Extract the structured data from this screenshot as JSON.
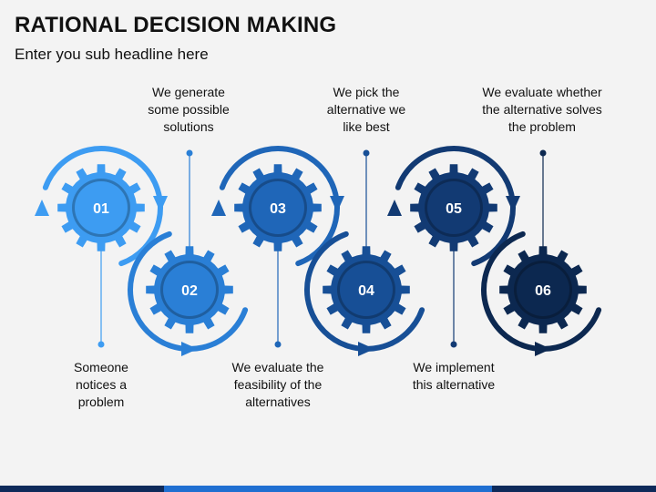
{
  "header": {
    "title": "RATIONAL DECISION MAKING",
    "subtitle": "Enter you sub headline here"
  },
  "steps": [
    {
      "number": "01",
      "caption": "Someone\nnotices a\nproblem",
      "color": "#3d9cf2"
    },
    {
      "number": "02",
      "caption": "We generate\nsome possible\nsolutions",
      "color": "#2a7fd6"
    },
    {
      "number": "03",
      "caption": "We evaluate the\nfeasibility of the\nalternatives",
      "color": "#1f66b8"
    },
    {
      "number": "04",
      "caption": "We pick the\nalternative we\nlike best",
      "color": "#174f96"
    },
    {
      "number": "05",
      "caption": "We implement\nthis alternative",
      "color": "#123a73"
    },
    {
      "number": "06",
      "caption": "We evaluate whether\nthe alternative solves\nthe problem",
      "color": "#0c2850"
    }
  ],
  "colors": {
    "background": "#f3f3f3",
    "bottom_bar": [
      "#0e2a5a",
      "#1f6fd1",
      "#0e2a5a"
    ]
  }
}
